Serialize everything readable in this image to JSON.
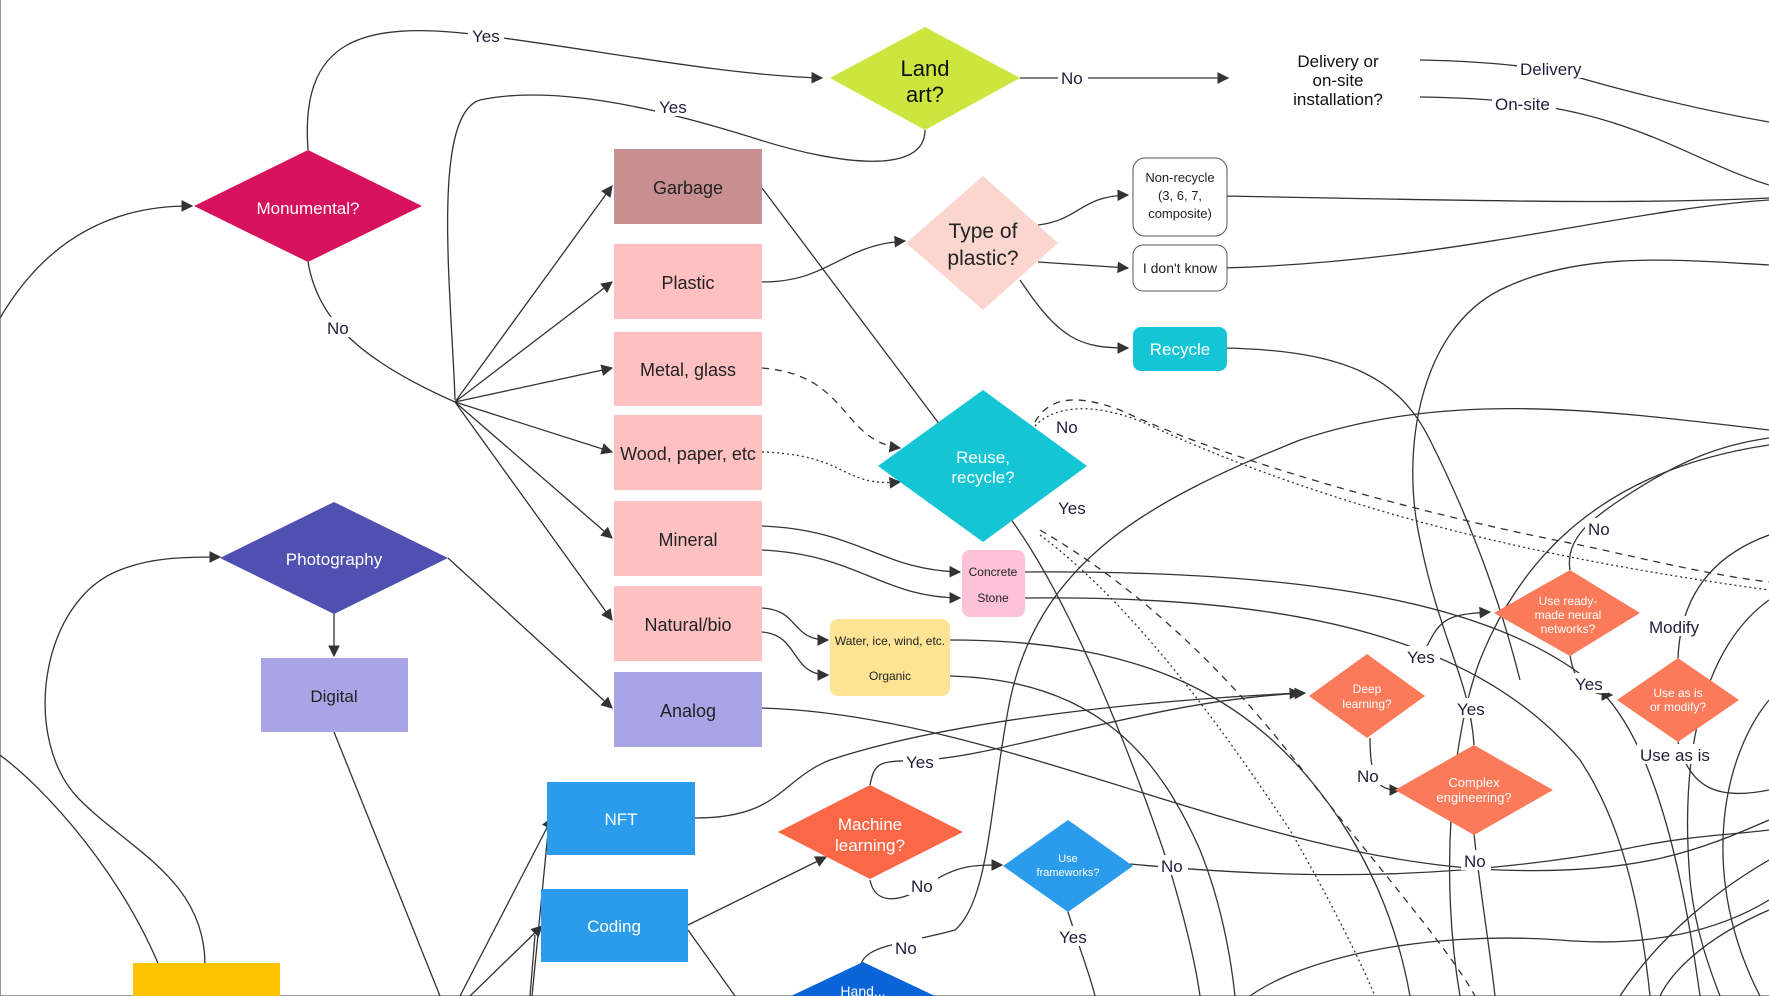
{
  "nodes": {
    "land_art": [
      "Land",
      "art?"
    ],
    "delivery_q": [
      "Delivery or",
      "on-site",
      "installation?"
    ],
    "monumental": [
      "Monumental?"
    ],
    "garbage": [
      "Garbage"
    ],
    "plastic": [
      "Plastic"
    ],
    "metal_glass": [
      "Metal, glass"
    ],
    "wood_paper": [
      "Wood, paper, etc"
    ],
    "mineral": [
      "Mineral"
    ],
    "natural_bio": [
      "Natural/bio"
    ],
    "analog": [
      "Analog"
    ],
    "type_plastic": [
      "Type of",
      "plastic?"
    ],
    "non_recycle": [
      "Non-recycle",
      "(3, 6, 7,",
      "composite)"
    ],
    "dont_know": [
      "I don't know"
    ],
    "recycle": [
      "Recycle"
    ],
    "reuse_recycle": [
      "Reuse,",
      "recycle?"
    ],
    "concrete": [
      "Concrete"
    ],
    "stone": [
      "Stone"
    ],
    "water_ice": [
      "Water, ice, wind, etc."
    ],
    "organic": [
      "Organic"
    ],
    "photography": [
      "Photography"
    ],
    "digital": [
      "Digital"
    ],
    "nft": [
      "NFT"
    ],
    "coding": [
      "Coding"
    ],
    "machine_learning": [
      "Machine",
      "learning?"
    ],
    "use_frameworks": [
      "Use",
      "frameworks?"
    ],
    "deep_learning": [
      "Deep",
      "learning?"
    ],
    "complex_engineering": [
      "Complex",
      "engineering?"
    ],
    "use_ready_made": [
      "Use ready-",
      "made neural",
      "networks?"
    ],
    "use_as_is_modify": [
      "Use as is",
      "or modify?"
    ],
    "partial_blue": [
      "Hand..."
    ]
  },
  "edge_labels": {
    "yes_top": "Yes",
    "yes_landart": "Yes",
    "no_landart": "No",
    "delivery": "Delivery",
    "onsite": "On-site",
    "no_monumental": "No",
    "no_reuse": "No",
    "yes_reuse": "Yes",
    "no_readymade": "No",
    "yes_deep": "Yes",
    "yes_readymade": "Yes",
    "modify": "Modify",
    "yes_complex": "Yes",
    "no_deep": "No",
    "use_as_is": "Use as is",
    "yes_ml": "Yes",
    "no_ml": "No",
    "no_frameworks": "No",
    "yes_frameworks": "Yes",
    "no_complex": "No",
    "no_bottom": "No"
  },
  "colors": {
    "land_art": "#cde53f",
    "monumental": "#d6125e",
    "garbage": "#c78f8f",
    "material": "#ffc0c2",
    "type_plastic": "#fbd6cf",
    "recycle": "#14c5d6",
    "concrete_stone": "#fdc2d8",
    "water_organic": "#fde494",
    "photography": "#4f50b0",
    "digital_analog": "#a9a4e5",
    "nft_coding": "#2b9bec",
    "ml_orange": "#fb6848",
    "frameworks": "#2b9bec",
    "deep_orange": "#fb7a5a",
    "yellow_box": "#ffc400",
    "dark_blue": "#0b63d8"
  }
}
